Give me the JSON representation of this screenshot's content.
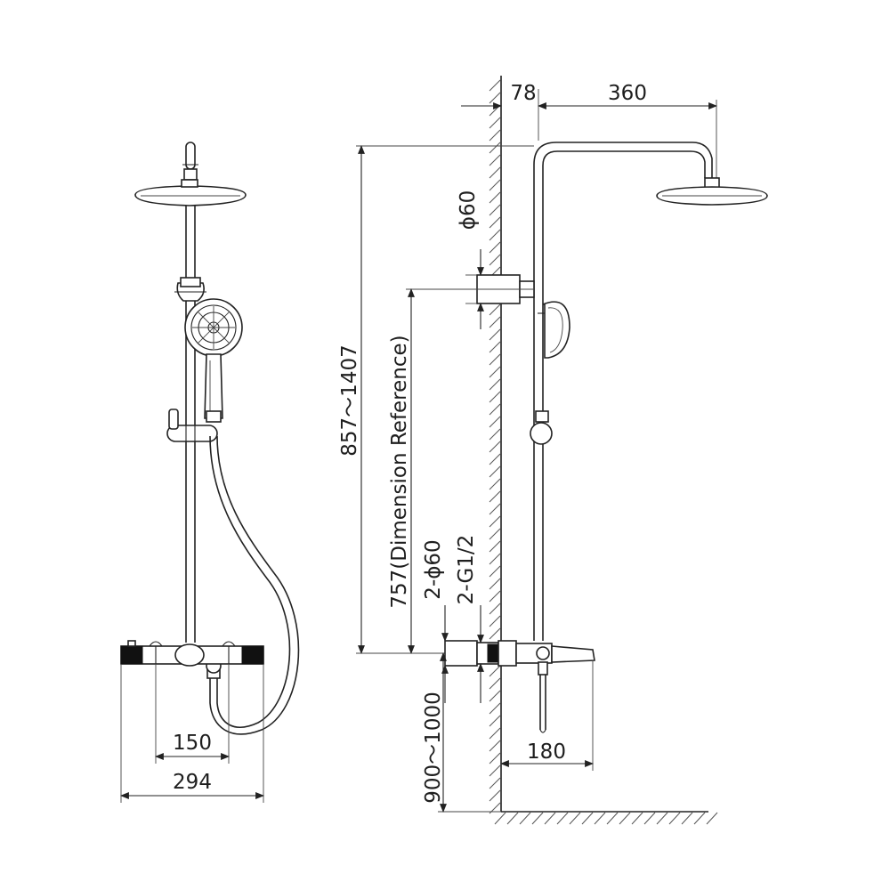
{
  "dimensions": {
    "wall_offset": "78",
    "arm_reach": "360",
    "bracket_diameter": "ϕ60",
    "total_height": "857～1407",
    "reference_height": "757(Dimension Reference)",
    "inlet_flanges": "2-ϕ60",
    "inlet_thread": "2-G1/2",
    "install_height": "900～1000",
    "spout_projection": "180",
    "inlet_centers": "150",
    "mixer_width": "294"
  },
  "colors": {
    "line": "#222222",
    "background": "#ffffff"
  }
}
